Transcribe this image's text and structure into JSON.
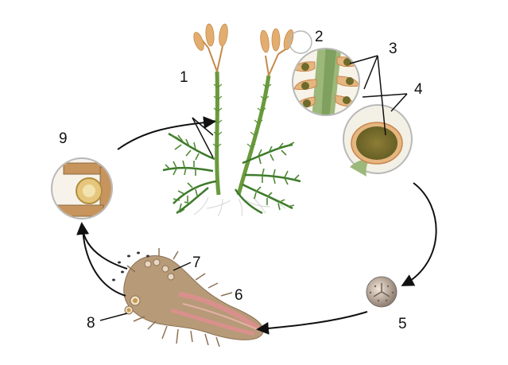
{
  "labels": {
    "l1": "1",
    "l2": "2",
    "l3": "3",
    "l4": "4",
    "l5": "5",
    "l6": "6",
    "l7": "7",
    "l8": "8",
    "l9": "9"
  },
  "colors": {
    "background": "#ffffff",
    "plant_green": "#4f8a34",
    "stem_green": "#6a9a3c",
    "strobilus": "#e2ad6f",
    "spore_brown": "#8b6a3e",
    "prothallus_tan": "#b79a78",
    "prothallus_pink": "#d9908c",
    "root_white": "#d8d8d8",
    "arrow": "#111111",
    "circle_border": "#b8b8b8"
  }
}
